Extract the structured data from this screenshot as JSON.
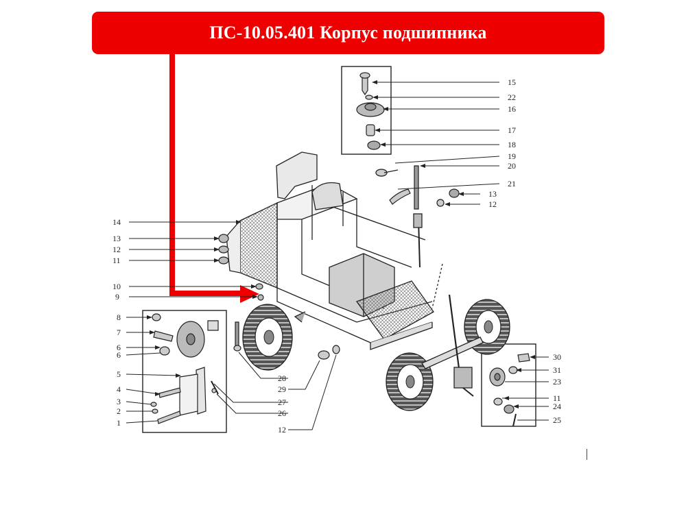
{
  "title": "ПС-10.05.401 Корпус подшипника",
  "colors": {
    "accent": "#ee0000",
    "ink": "#1f1f1f",
    "paper": "#ffffff"
  },
  "callouts": {
    "c15": "15",
    "c22": "22",
    "c16": "16",
    "c17": "17",
    "c18": "18",
    "c19": "19",
    "c20": "20",
    "c21": "21",
    "c13r": "13",
    "c12r": "12",
    "c14": "14",
    "c13l": "13",
    "c12l": "12",
    "c11l": "11",
    "c10": "10",
    "c9": "9",
    "c8": "8",
    "c7": "7",
    "c6a": "6",
    "c6b": "6",
    "c5": "5",
    "c4": "4",
    "c3": "3",
    "c2": "2",
    "c1": "1",
    "c28": "28",
    "c29": "29",
    "c27": "27",
    "c26": "26",
    "c12b": "12",
    "c30": "30",
    "c31": "31",
    "c23": "23",
    "c11r": "11",
    "c24": "24",
    "c25": "25"
  }
}
